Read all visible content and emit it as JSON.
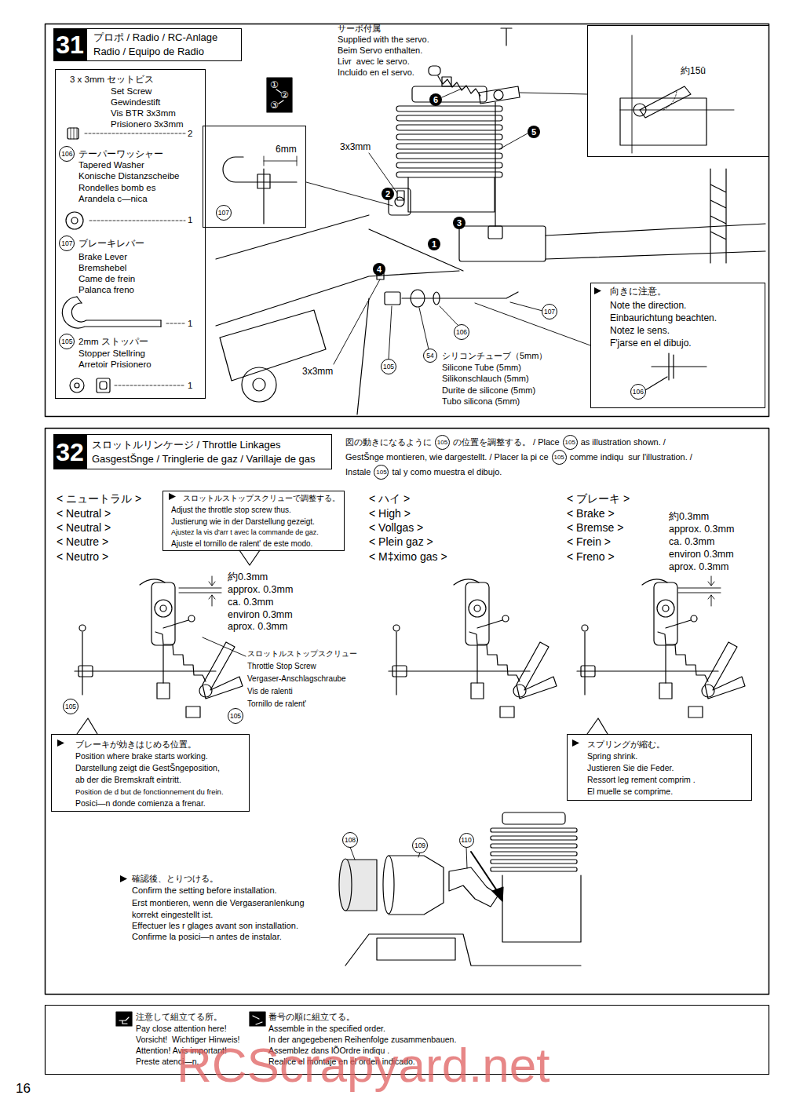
{
  "diagram": {
    "nodes": [
      {
        "text": [
          "31"
        ]
      },
      {
        "text": [
          "プロポ / Radio / RC-Anlage Radio / Equipo de Radio"
        ]
      },
      {
        "text": [
          "3 x 3mm セットビス",
          "Set Screw",
          "Gewindestift",
          "Vis BTR 3x3mm",
          "Prisionero 3x3mm",
          "2",
          "テーパーワッシャー",
          "Tapered Washer",
          "Konische Distanzscheibe",
          "Rondelles bomb es",
          "Arandela c—nica",
          "1",
          "ブレーキレバー",
          "Brake Lever",
          "Bremshebel",
          "Came de frein",
          "Palanca freno",
          "1",
          "2mm ストッパー",
          "Stopper Stellring",
          "Arretoir Prisionero",
          "1"
        ]
      },
      {
        "text": [
          "106"
        ],
        "in": 2
      },
      {
        "text": [
          "107"
        ],
        "in": 2
      },
      {
        "text": [
          "105"
        ],
        "in": 2
      },
      {
        "text": [
          "6mm"
        ]
      },
      {
        "text": [
          "107"
        ],
        "in": 6
      },
      {
        "text": [
          "約15û"
        ]
      },
      {
        "text": [
          "6"
        ]
      },
      {
        "text": [
          "5"
        ]
      },
      {
        "text": [
          "2"
        ]
      },
      {
        "text": [
          "3"
        ]
      },
      {
        "text": [
          "1"
        ]
      },
      {
        "text": [
          "4"
        ]
      },
      {
        "text": [
          "107"
        ]
      },
      {
        "text": [
          "106"
        ]
      },
      {
        "text": [
          "54"
        ]
      },
      {
        "text": [
          "105"
        ]
      },
      {
        "text": [
          "向きに注意。",
          "Note the direction.",
          "Einbaurichtung beachten.",
          "Notez le sens.",
          "F'jarse en el dibujo."
        ]
      },
      {
        "text": [
          "106"
        ],
        "in": 19
      },
      {
        "text": [
          "32"
        ]
      },
      {
        "text": [
          "スロットルリンケージ / Throttle Linkages GasgestŠnge / Tringlerie de gaz / Varillaje de gas"
        ]
      },
      {
        "text": [
          "105"
        ]
      },
      {
        "text": [
          "105"
        ]
      },
      {
        "text": [
          "105"
        ]
      },
      {
        "text": [
          "105"
        ]
      },
      {
        "text": [
          "スロットルストップスクリューで調整する。",
          "Adjust the throttle stop screw thus.",
          "Justierung wie in der Darstellung gezeigt.",
          "Ajustez la vis d'arr t avec la commande de gaz.",
          "Ajuste el tornillo de ralent' de este modo."
        ]
      },
      {
        "text": [
          "105"
        ]
      },
      {
        "text": [
          "105"
        ]
      },
      {
        "text": [
          "ブレーキが効きはじめる位置。",
          "Position where brake starts working.",
          "Darstellung zeigt die GestŠngeposition, ab der die Bremskraft eintritt.",
          "Position de d but de fonctionnement du frein.",
          "Posici—n donde comienza a frenar."
        ]
      },
      {
        "text": [
          "スプリングが縮む。",
          "Spring shrink.",
          "Justieren Sie die Feder.",
          "Ressort leg rement comprim .",
          "El muelle se comprime."
        ]
      },
      {
        "text": [
          "108"
        ]
      },
      {
        "text": [
          "109"
        ]
      },
      {
        "text": [
          "110"
        ]
      }
    ],
    "labels": [
      "サーボ付属",
      "Supplied with the servo.",
      "Beim Servo enthalten.",
      "Livr  avec le servo.",
      "Incluido en el servo.",
      "①",
      "②",
      "③",
      "3x3mm",
      "3x3mm",
      "シリコンチューブ（5mm）",
      "Silicone Tube (5mm)",
      "Silikonschlauch (5mm)",
      "Durite de silicone (5mm)",
      "Tubo silicona (5mm)",
      "図の動きになるように",
      "の位置を調整する。 / Place",
      "as illustration shown. /",
      "GestŠnge montieren, wie dargestellt. / Placer la pi ce",
      "comme indiqu  sur l'illustration. /",
      "Instale",
      "tal y como muestra el dibujo.",
      "< ニュートラル >",
      "< Neutral >",
      "< Neutral >",
      "< Neutre >",
      "< Neutro >",
      "約0.3mm",
      "approx. 0.3mm",
      "ca. 0.3mm",
      "environ 0.3mm",
      "aprox. 0.3mm",
      "スロットルストップスクリュー",
      "Throttle Stop Screw",
      "Vergaser-Anschlagschraube",
      "Vis de ralenti",
      "Tornillo de ralent'",
      "< ハイ >",
      "< High >",
      "< Vollgas >",
      "< Plein gaz >",
      "< M‡ximo gas >",
      "< ブレーキ >",
      "< Brake >",
      "< Bremse >",
      "< Frein >",
      "< Freno >",
      "約0.3mm",
      "approx. 0.3mm",
      "ca. 0.3mm",
      "environ 0.3mm",
      "aprox. 0.3mm",
      "確認後、とりつける。",
      "Confirm the setting before installation.",
      "Erst montieren, wenn die Vergaseranlenkung korrekt eingestellt ist.",
      "Effectuer les r glages avant son installation.",
      "Confirme la posici—n antes de instalar.",
      "注意して組立てる所。",
      "Pay close attention here!",
      "Vorsicht!  Wichtiger Hinweis!",
      "Attention! Avis important!",
      "Preste atenci—n.",
      "番号の順に組立てる。",
      "Assemble in the specified order.",
      "In der angegebenen Reihenfolge zusammenbauen.",
      "Assemblez dans lÕOrdre indiqu .",
      "Realice el montaje en el orden indicado.",
      "16",
      "RCScrapyard.net"
    ]
  }
}
